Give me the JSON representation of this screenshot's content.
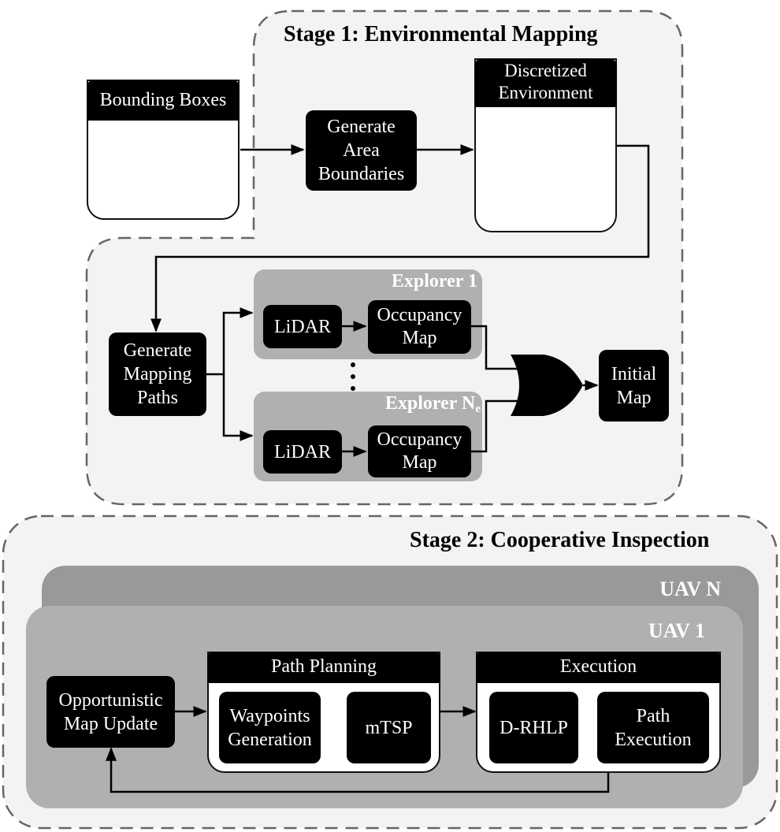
{
  "stage1": {
    "title": "Stage 1: Environmental Mapping",
    "bounding_boxes": {
      "label": "Bounding Boxes",
      "icon": "buildings-icon"
    },
    "generate_area_boundaries": "Generate\nArea\nBoundaries",
    "discretized_environment": {
      "label": "Discretized\nEnvironment",
      "icon": "voxel-grid-icon"
    },
    "generate_mapping_paths": "Generate\nMapping\nPaths",
    "explorer_1": {
      "title": "Explorer 1",
      "lidar": "LiDAR",
      "occupancy_map": "Occupancy\nMap"
    },
    "explorer_n": {
      "title_main": "Explorer N",
      "title_sub": "e",
      "lidar": "LiDAR",
      "occupancy_map": "Occupancy\nMap"
    },
    "ellipsis": "⋮",
    "merge_gate": "or-gate-icon",
    "initial_map": "Initial\nMap"
  },
  "stage2": {
    "title": "Stage 2: Cooperative Inspection",
    "uav_n": "UAV N",
    "uav_1": "UAV 1",
    "opportunistic_map_update": "Opportunistic\nMap Update",
    "path_planning": {
      "title": "Path Planning",
      "waypoints_generation": "Waypoints\nGeneration",
      "mtsp": "mTSP"
    },
    "execution": {
      "title": "Execution",
      "d_rhlp": "D-RHLP",
      "path_execution": "Path\nExecution"
    }
  },
  "colors": {
    "stage_bg": "#f3f3f3",
    "dash": "#666666",
    "uav_n_bg": "#999999",
    "uav_1_bg": "#b0b0b0",
    "explorer_bg": "#b0b0b0",
    "block": "#000000",
    "box_fill": "#fcefc9",
    "box_side": "#e8dcb5",
    "box_stroke": "#d8c27a",
    "grid_fill": "#dde6f5",
    "grid_stroke": "#9aaad0"
  }
}
